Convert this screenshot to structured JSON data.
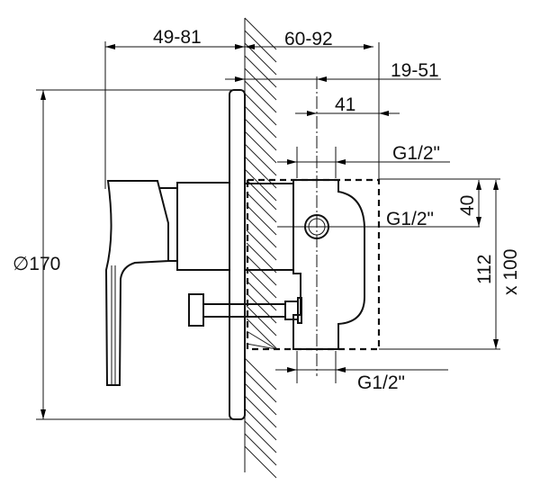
{
  "dimensions": {
    "plate_diameter": "∅170",
    "front_projection": "49-81",
    "wall_depth": "60-92",
    "offset": "19-51",
    "body_depth": "41",
    "top_inlet": "G1/2\"",
    "middle_outlet": "G1/2\"",
    "bottom_inlet": "G1/2\"",
    "center_height": "40",
    "box_height": "112",
    "box_width": "x 100"
  }
}
